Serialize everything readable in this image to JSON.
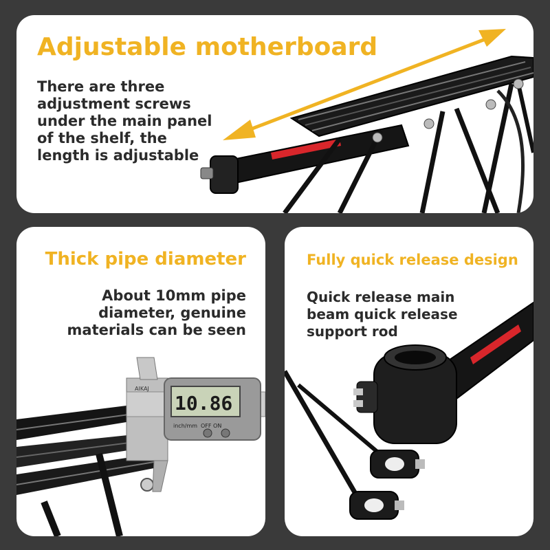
{
  "top_panel": {
    "heading": "Adjustable motherboard",
    "body": "There are three\nadjustment screws\nunder the main panel\nof the shelf, the\nlength is adjustable"
  },
  "left_panel": {
    "heading": "Thick pipe diameter",
    "body": "About 10mm pipe\ndiameter, genuine\nmaterials can be seen",
    "caliper_brand": "AIKAJ",
    "caliper_readout": "10.86",
    "caliper_unit_label": "inch/mm",
    "caliper_buttons": "OFF  ON"
  },
  "right_panel": {
    "heading": "Fully quick release design",
    "body": "Quick release main\nbeam quick release\nsupport rod"
  },
  "colors": {
    "heading_accent": "#f0b323",
    "body_text": "#2b2b2b",
    "background": "#3a3a3a",
    "panel": "#ffffff",
    "rack_metal": "#111111",
    "label_red": "#d8262b"
  },
  "icons": [
    "double-arrow-icon"
  ]
}
